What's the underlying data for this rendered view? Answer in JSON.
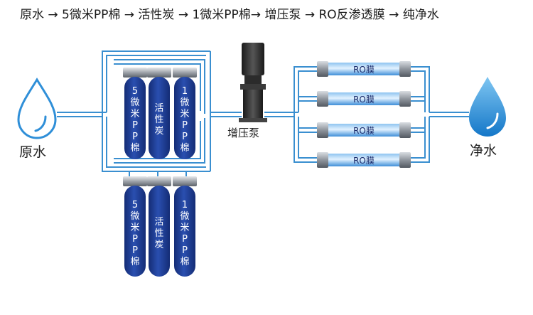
{
  "title": "原水 → 5微米PP棉 → 活性炭 → 1微米PP棉→ 增压泵 → RO反渗透膜 → 纯净水",
  "source_label": "原水",
  "output_label": "净水",
  "pump_label": "增压泵",
  "filters_top": [
    {
      "chars": [
        "5",
        "微",
        "米",
        "P",
        "P",
        "棉"
      ]
    },
    {
      "chars": [
        "活",
        "性",
        "炭"
      ]
    },
    {
      "chars": [
        "1",
        "微",
        "米",
        "P",
        "P",
        "棉"
      ]
    }
  ],
  "filters_bottom": [
    {
      "chars": [
        "5",
        "微",
        "米",
        "P",
        "P",
        "棉"
      ]
    },
    {
      "chars": [
        "活",
        "性",
        "炭"
      ]
    },
    {
      "chars": [
        "1",
        "微",
        "米",
        "P",
        "P",
        "棉"
      ]
    }
  ],
  "membranes": [
    "RO膜",
    "RO膜",
    "RO膜",
    "RO膜"
  ],
  "colors": {
    "pipe": "#3a8fd0",
    "filter": "#1f3f9a",
    "filter_dark": "#142c75",
    "cap": "#9aa0a8",
    "drop": "#2f8fd8"
  }
}
